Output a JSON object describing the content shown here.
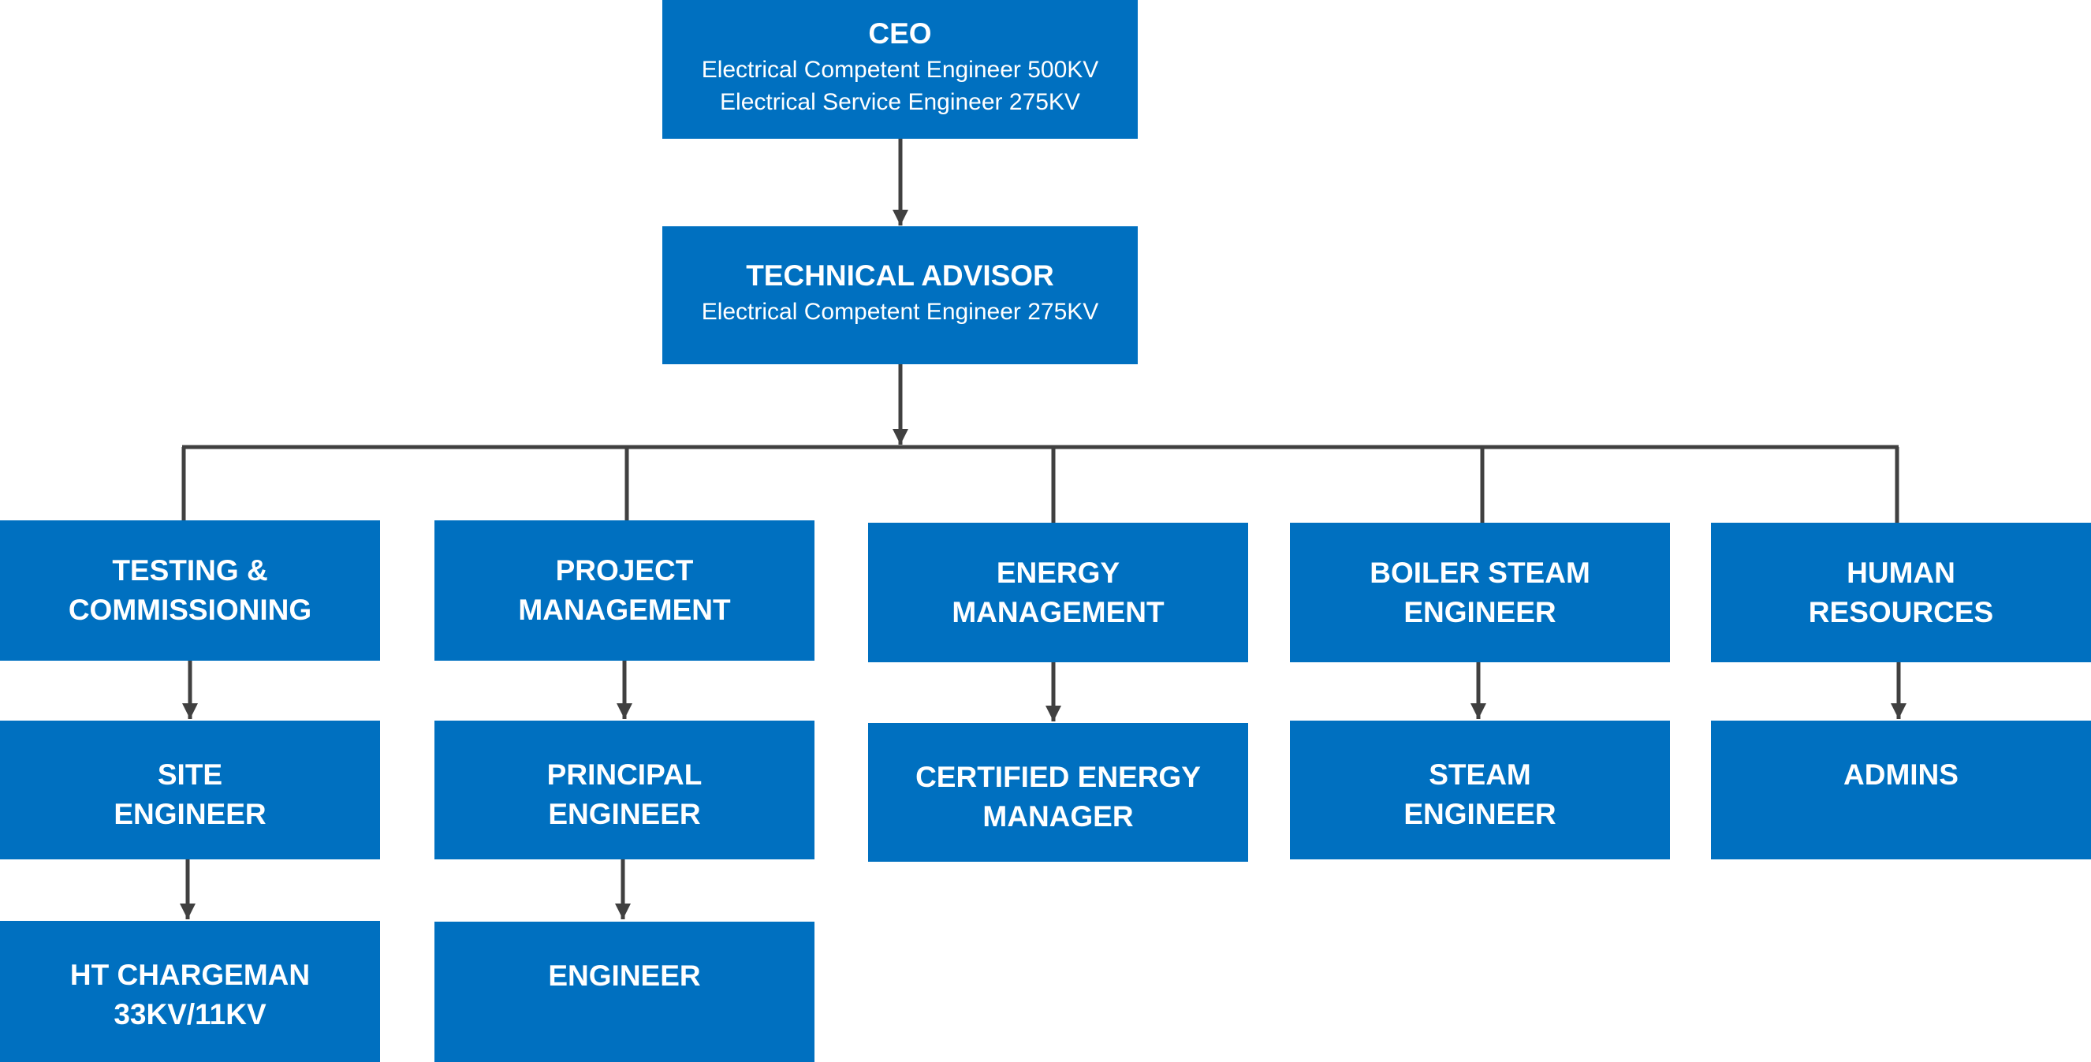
{
  "ceo": {
    "title": "CEO",
    "lines": [
      "Electrical Competent Engineer 500KV",
      "Electrical Service Engineer 275KV"
    ]
  },
  "advisor": {
    "title": "TECHNICAL ADVISOR",
    "lines": [
      "Electrical Competent Engineer 275KV"
    ]
  },
  "departments": [
    {
      "title": "TESTING &\nCOMMISSIONING"
    },
    {
      "title": "PROJECT\nMANAGEMENT"
    },
    {
      "title": "ENERGY\nMANAGEMENT"
    },
    {
      "title": "BOILER STEAM\nENGINEER"
    },
    {
      "title": "HUMAN\nRESOURCES"
    }
  ],
  "roles": [
    {
      "title": "SITE\nENGINEER"
    },
    {
      "title": "PRINCIPAL\nENGINEER"
    },
    {
      "title": "CERTIFIED ENERGY\nMANAGER"
    },
    {
      "title": "STEAM\nENGINEER"
    },
    {
      "title": "ADMINS"
    }
  ],
  "subroles": [
    {
      "title": "HT CHARGEMAN\n33KV/11KV"
    },
    {
      "title": "ENGINEER"
    }
  ],
  "colors": {
    "box": "#0070c0",
    "text": "#ffffff",
    "connector": "#404040"
  }
}
